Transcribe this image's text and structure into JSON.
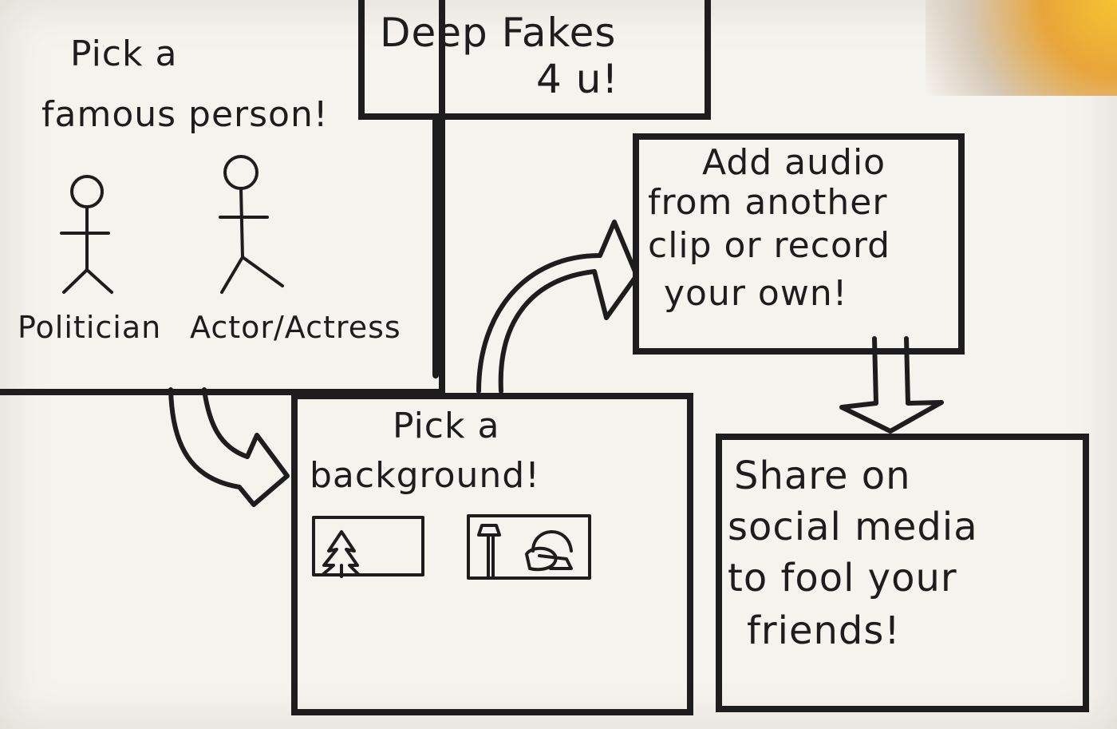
{
  "title_box": {
    "line1": "Deep Fakes",
    "line2": "4 u!"
  },
  "step_famous_person": {
    "line1": "Pick a",
    "line2": "famous person!",
    "option_politician": "Politician",
    "option_actor": "Actor/Actress"
  },
  "step_background": {
    "line1": "Pick a",
    "line2": "background!"
  },
  "step_audio": {
    "line1": "Add audio",
    "line2": "from another",
    "line3": "clip or record",
    "line4": "your own!"
  },
  "step_share": {
    "line1": "Share on",
    "line2": "social media",
    "line3": "to fool your",
    "line4": "friends!"
  },
  "colors": {
    "ink": "#1d1d1d",
    "paper": "#f5f3ee"
  }
}
